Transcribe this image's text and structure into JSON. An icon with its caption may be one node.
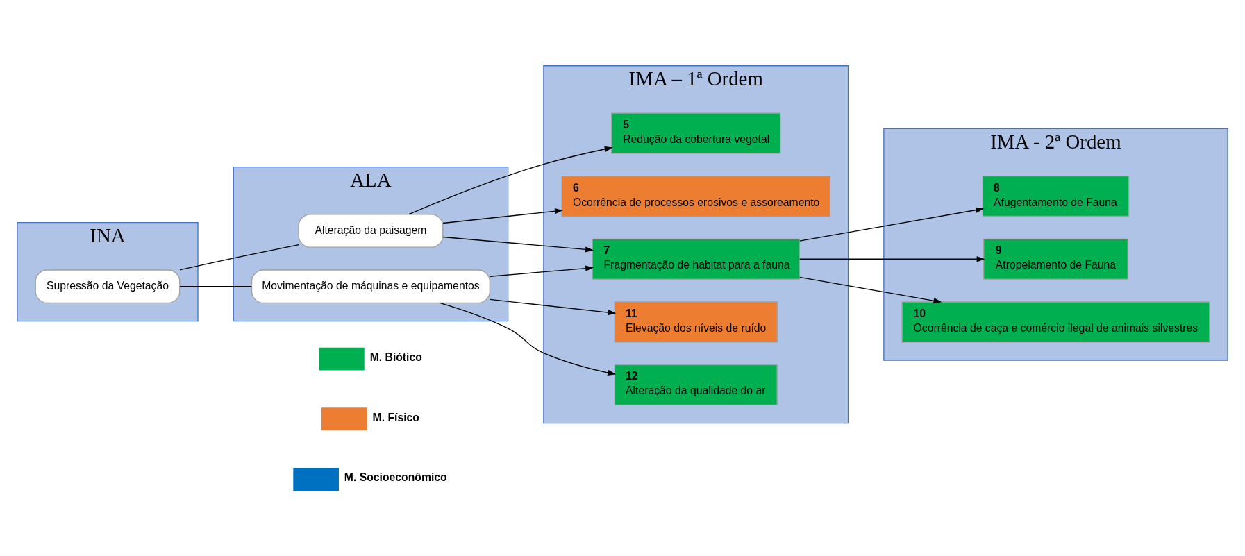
{
  "diagram": {
    "nodes": [
      {
        "text": [
          "INA"
        ]
      },
      {
        "text": [
          "Supressão da Vegetação"
        ],
        "in": 0
      },
      {
        "text": [
          "ALA"
        ]
      },
      {
        "text": [
          "Alteração da paisagem"
        ],
        "in": 2
      },
      {
        "text": [
          "Movimentação de máquinas e equipamentos"
        ],
        "in": 2
      },
      {
        "text": [
          "IMA – 1ª Ordem"
        ]
      },
      {
        "text": [
          "5",
          "Redução da cobertura vegetal"
        ],
        "in": 5
      },
      {
        "text": [
          "6",
          "Ocorrência de processos erosivos e assoreamento"
        ],
        "in": 5
      },
      {
        "text": [
          "7",
          "Fragmentação de habitat para a fauna"
        ],
        "in": 5
      },
      {
        "text": [
          "11",
          "Elevação dos níveis de ruído"
        ],
        "in": 5
      },
      {
        "text": [
          "12",
          "Alteração da qualidade do ar"
        ],
        "in": 5
      },
      {
        "text": [
          "IMA - 2ª Ordem"
        ]
      },
      {
        "text": [
          "8",
          "Afugentamento de Fauna"
        ],
        "in": 11
      },
      {
        "text": [
          "9",
          "Atropelamento de Fauna"
        ],
        "in": 11
      },
      {
        "text": [
          "10",
          "Ocorrência de caça e comércio ilegal de animais silvestres"
        ],
        "in": 11
      }
    ],
    "edges": [
      {
        "from": 1,
        "to": 3,
        "arrow": "none"
      },
      {
        "from": 1,
        "to": 4,
        "arrow": "none"
      },
      {
        "from": 3,
        "to": 6,
        "arrow": "to"
      },
      {
        "from": 3,
        "to": 7,
        "arrow": "to"
      },
      {
        "from": 3,
        "to": 8,
        "arrow": "to"
      },
      {
        "from": 4,
        "to": 8,
        "arrow": "to"
      },
      {
        "from": 4,
        "to": 9,
        "arrow": "to"
      },
      {
        "from": 4,
        "to": 10,
        "arrow": "to"
      },
      {
        "from": 8,
        "to": 12,
        "arrow": "to"
      },
      {
        "from": 8,
        "to": 13,
        "arrow": "to"
      },
      {
        "from": 8,
        "to": 14,
        "arrow": "to"
      }
    ],
    "legend": [
      {
        "text": "M. Biótico",
        "color": "#00b050"
      },
      {
        "text": "M. Físico",
        "color": "#ed7d31"
      },
      {
        "text": "M. Socioeconômico",
        "color": "#0070c0"
      }
    ]
  }
}
